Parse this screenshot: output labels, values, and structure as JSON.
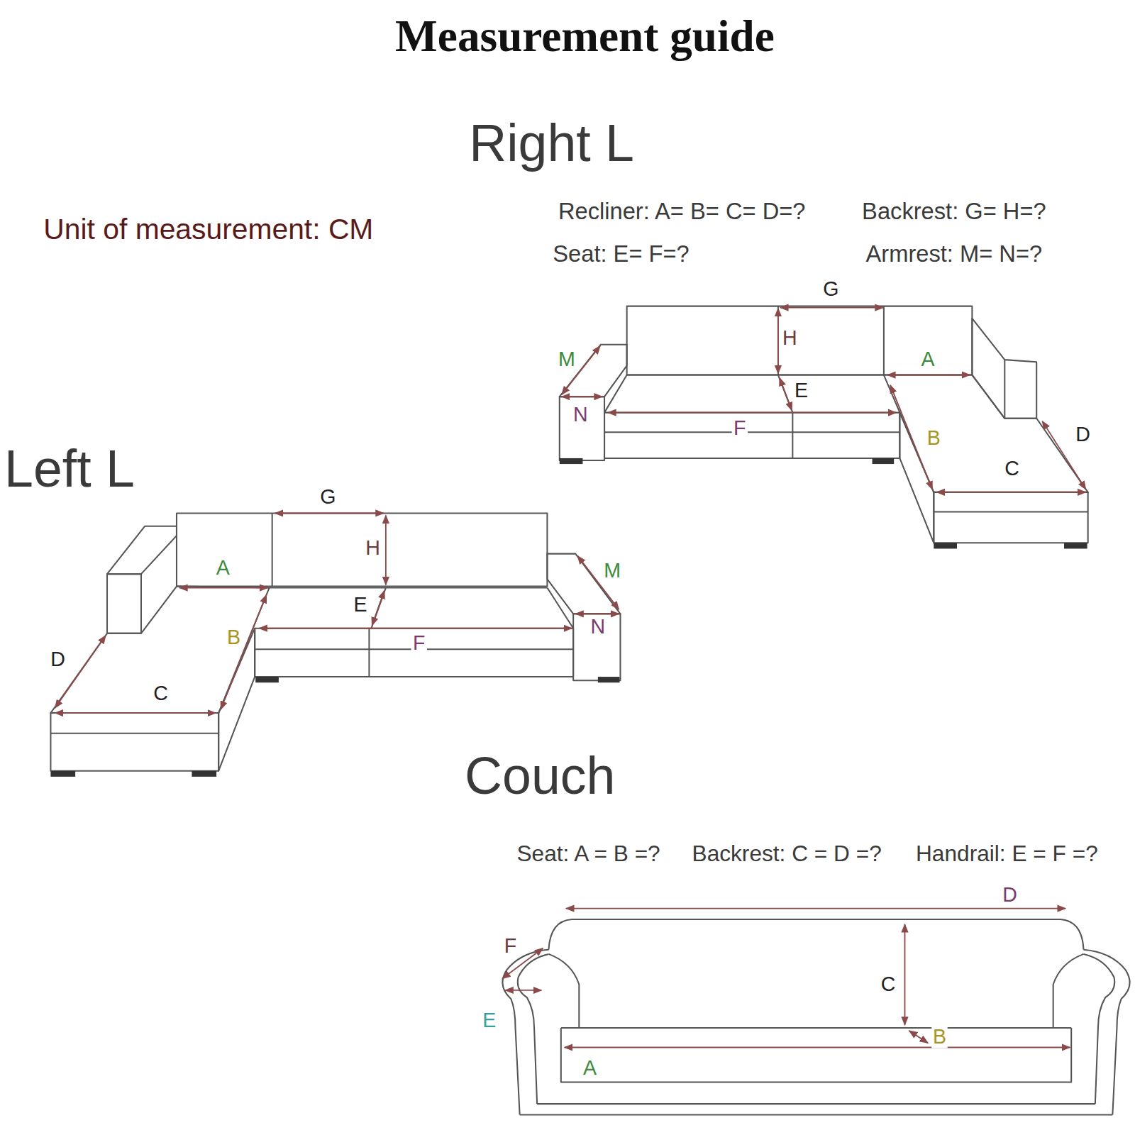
{
  "diagram": {
    "title": "Measurement guide",
    "labels": [
      "Right L",
      "Unit of measurement: CM",
      "Recliner: A= B= C= D=?",
      "Backrest: G= H=?",
      "Seat: E= F=?",
      "Armrest: M= N=?",
      "G",
      "H",
      "M",
      "A",
      "E",
      "N",
      "F",
      "B",
      "D",
      "C",
      "Left L",
      "G",
      "H",
      "A",
      "M",
      "E",
      "N",
      "B",
      "D",
      "F",
      "C",
      "Couch",
      "Seat: A = B =?",
      "Backrest: C = D =?",
      "Handrail: E = F =?",
      "D",
      "F",
      "C",
      "E",
      "B",
      "A"
    ]
  }
}
